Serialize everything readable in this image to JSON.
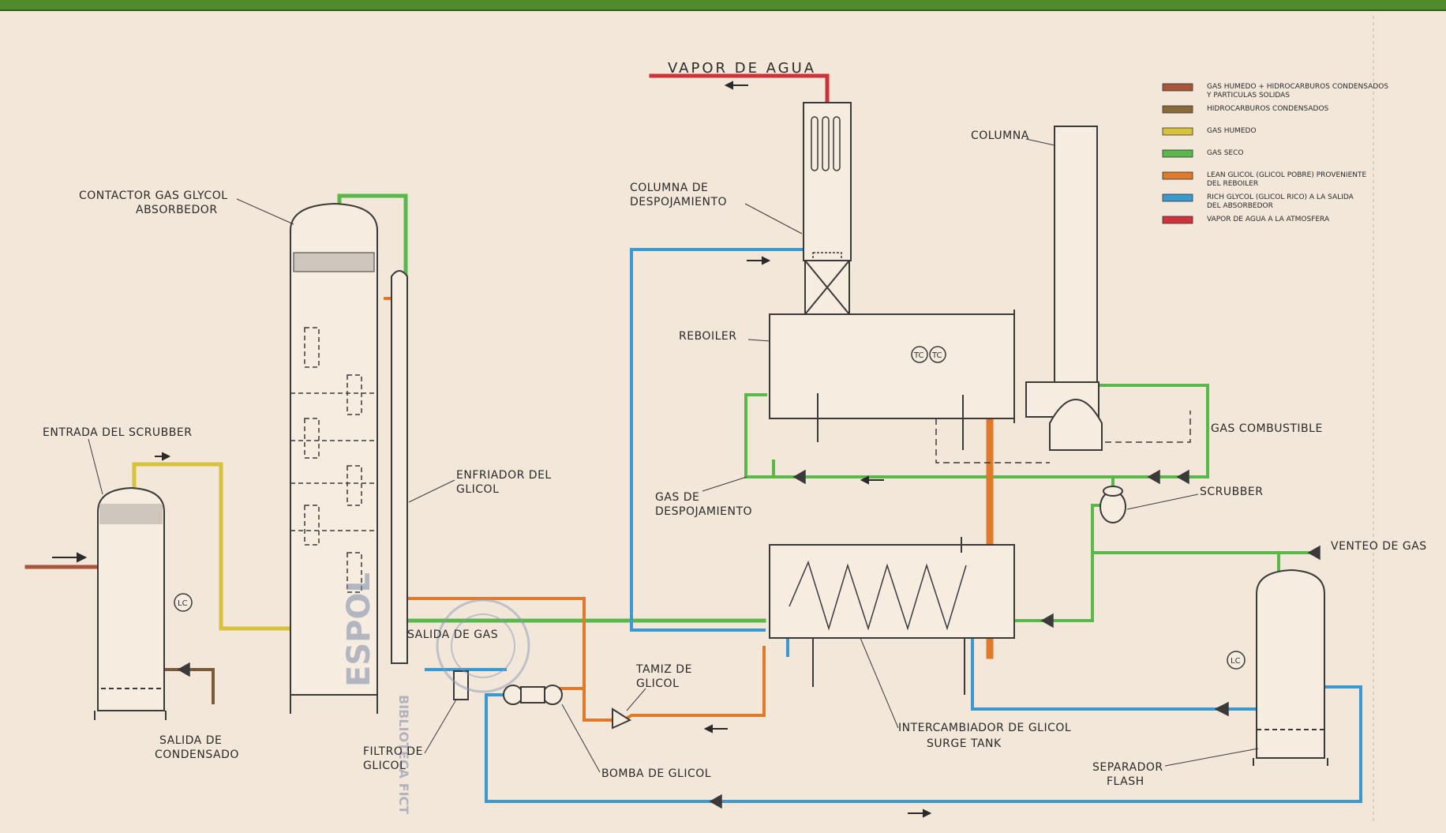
{
  "labels": {
    "vapor_agua": "VAPOR DE AGUA",
    "columna": "COLUMNA",
    "columna_desp_1": "COLUMNA DE",
    "columna_desp_2": "DESPOJAMIENTO",
    "contactor_1": "CONTACTOR GAS GLYCOL",
    "contactor_2": "ABSORBEDOR",
    "reboiler": "REBOILER",
    "entrada_scrubber": "ENTRADA DEL SCRUBBER",
    "enfriador_1": "ENFRIADOR DEL",
    "enfriador_2": "GLICOL",
    "gas_desp_1": "GAS DE",
    "gas_desp_2": "DESPOJAMIENTO",
    "gas_combustible": "GAS COMBUSTIBLE",
    "scrubber": "SCRUBBER",
    "venteo": "VENTEO DE GAS",
    "salida_gas": "SALIDA DE GAS",
    "tamiz_1": "TAMIZ DE",
    "tamiz_2": "GLICOL",
    "salida_cond_1": "SALIDA DE",
    "salida_cond_2": "CONDENSADO",
    "filtro_1": "FILTRO DE",
    "filtro_2": "GLICOL",
    "bomba": "BOMBA DE GLICOL",
    "intercambiador_1": "INTERCAMBIADOR DE GLICOL",
    "intercambiador_2": "SURGE TANK",
    "separador_1": "SEPARADOR",
    "separador_2": "FLASH",
    "lc": "LC",
    "tc": "TC",
    "stamp_vertical": "ESPOL",
    "stamp_vertical_2": "BIBLIOTECA FICT"
  },
  "legend": {
    "items": [
      {
        "color": "#a8553a",
        "line1": "GAS HUMEDO + HIDROCARBUROS CONDENSADOS",
        "line2": "Y PARTICULAS SOLIDAS"
      },
      {
        "color": "#8a6a3a",
        "line1": "HIDROCARBUROS CONDENSADOS",
        "line2": ""
      },
      {
        "color": "#d8c23a",
        "line1": "GAS HUMEDO",
        "line2": ""
      },
      {
        "color": "#58b84a",
        "line1": "GAS SECO",
        "line2": ""
      },
      {
        "color": "#e07a2a",
        "line1": "LEAN GLICOL (GLICOL POBRE) PROVENIENTE",
        "line2": "DEL REBOILER"
      },
      {
        "color": "#3a9ad0",
        "line1": "RICH GLYCOL (GLICOL RICO) A LA SALIDA",
        "line2": "DEL ABSORBEDOR"
      },
      {
        "color": "#d0303a",
        "line1": "VAPOR DE AGUA A LA ATMOSFERA",
        "line2": ""
      }
    ]
  },
  "colors": {
    "gas_humedo_hc": "#a8553a",
    "hc_condensados": "#8a6a3a",
    "gas_humedo": "#d8c23a",
    "gas_seco": "#58b84a",
    "lean_glicol": "#e07a2a",
    "rich_glicol": "#3a9ad0",
    "vapor": "#d0303a",
    "line": "#3a3a3a"
  }
}
